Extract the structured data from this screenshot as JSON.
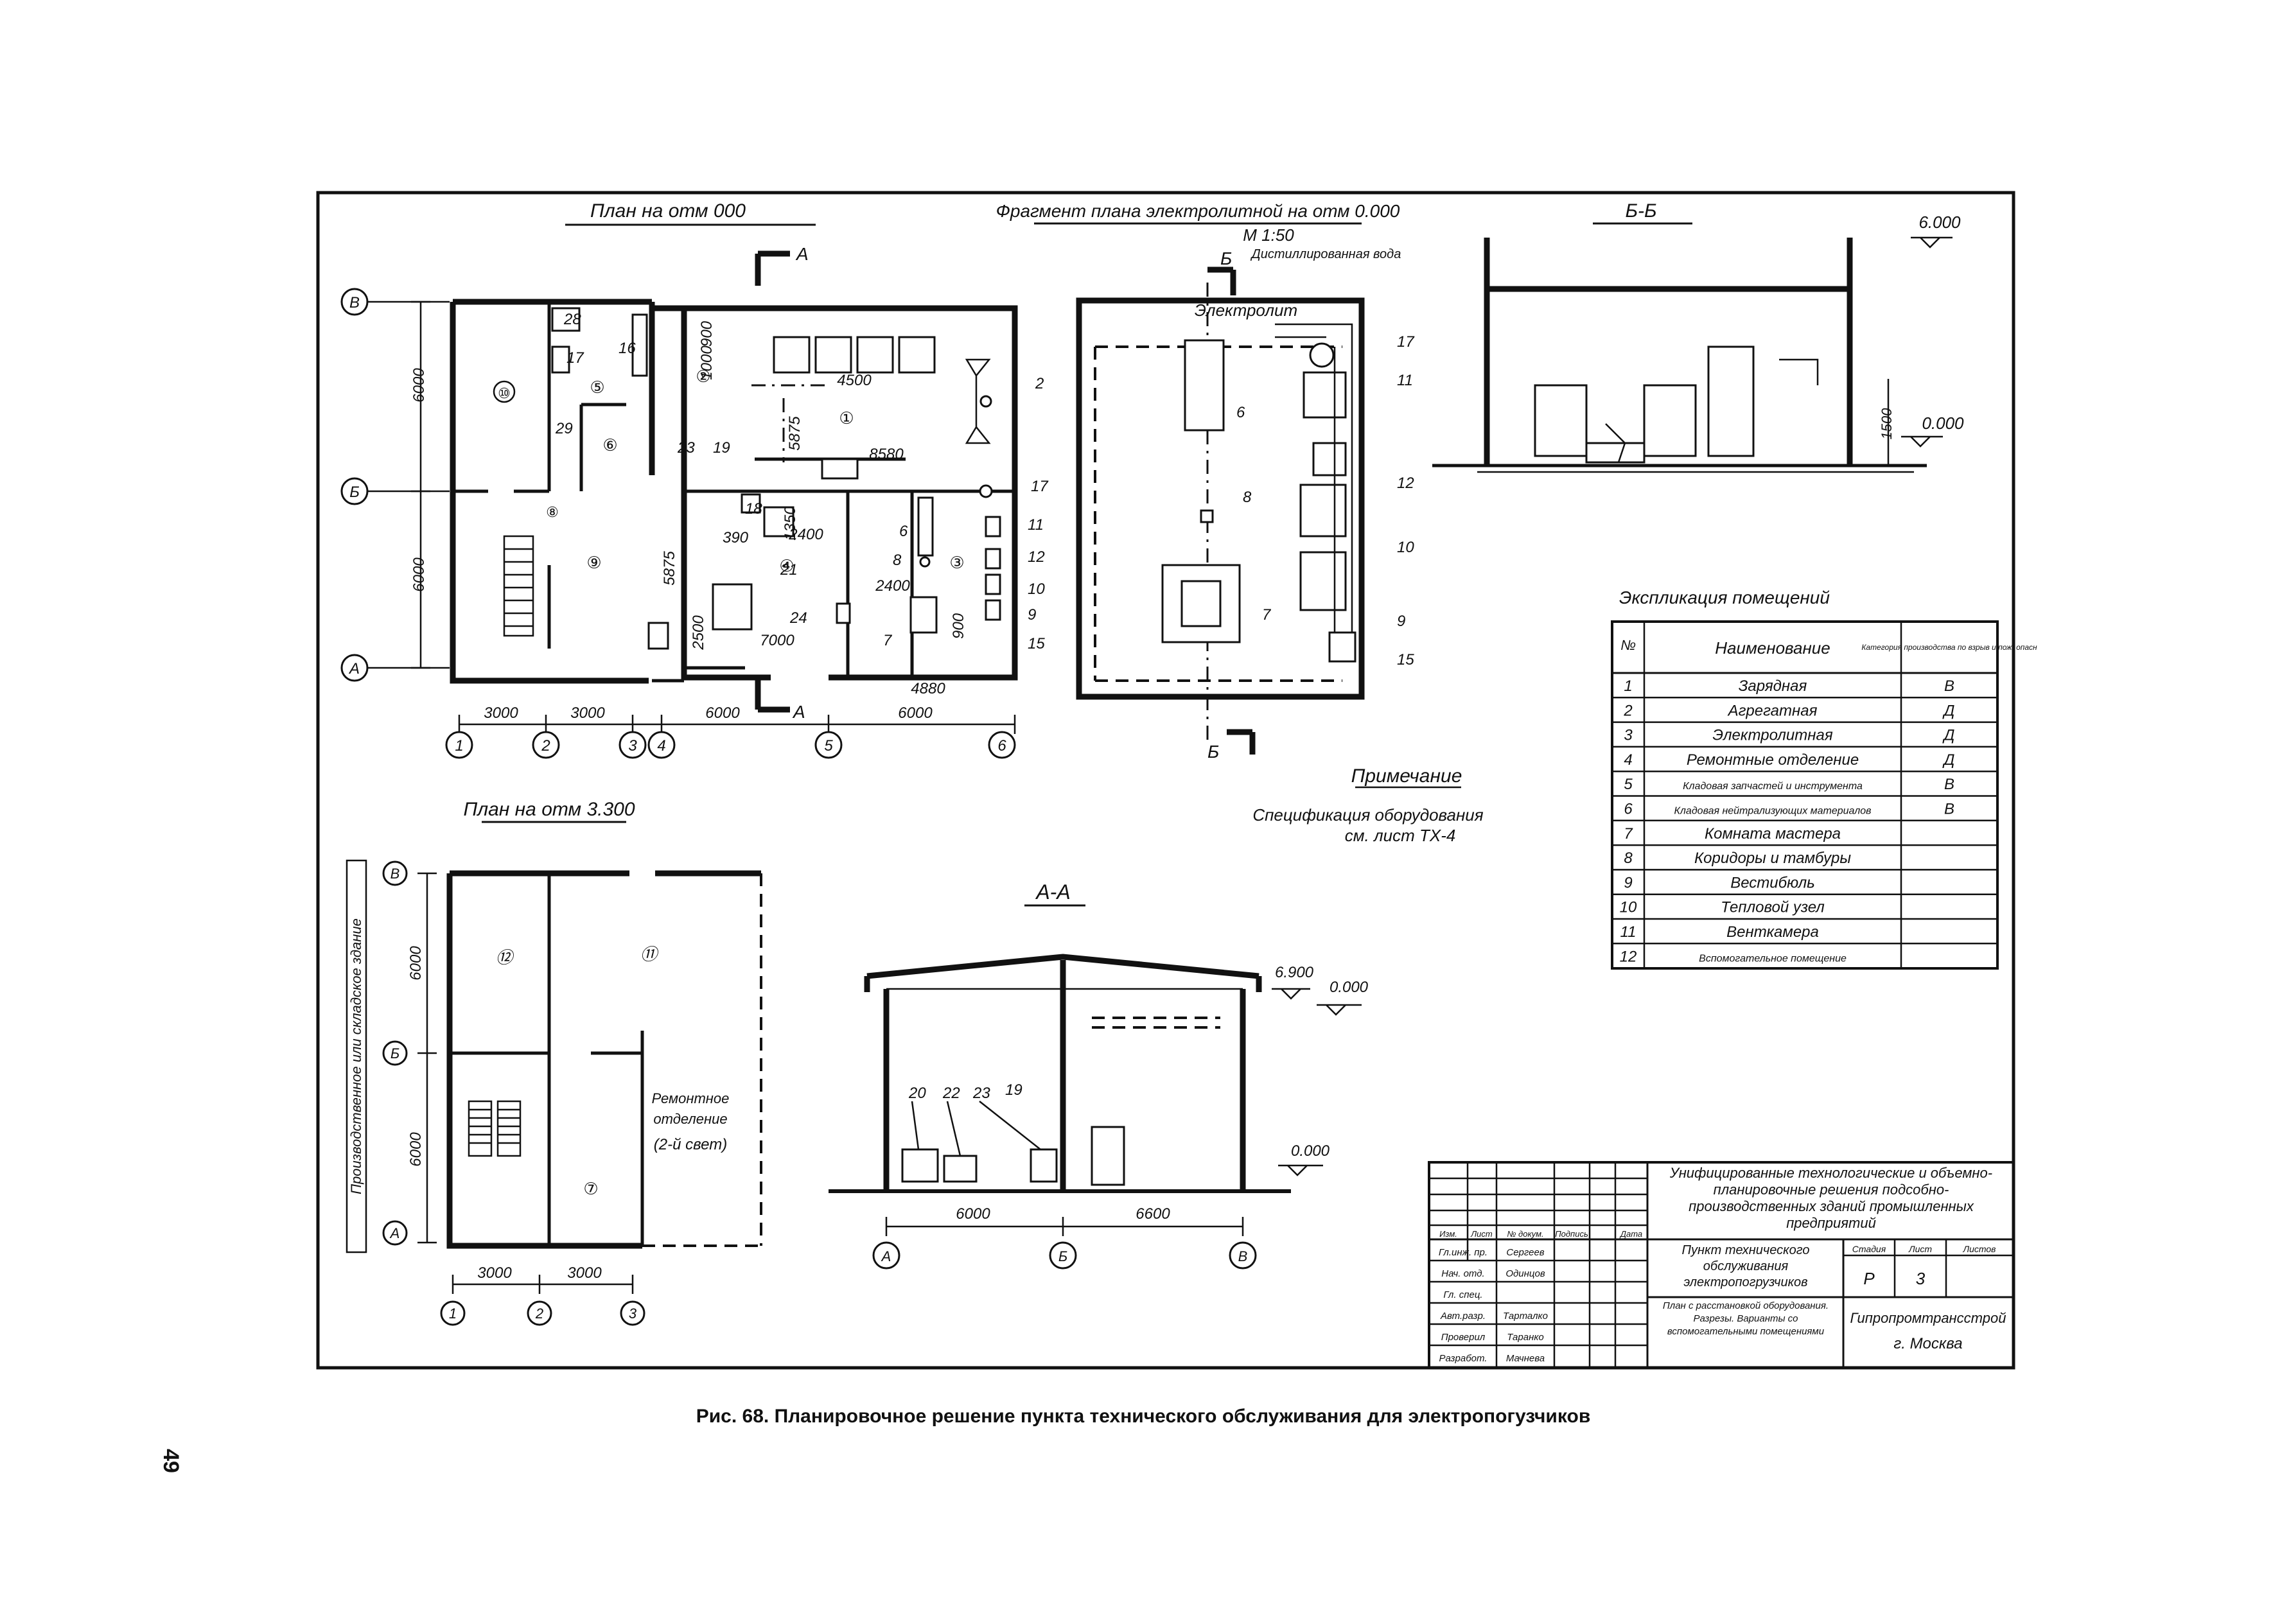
{
  "titles": {
    "plan_000": "План на отм 000",
    "fragment": "Фрагмент плана электролитной на отм 0.000",
    "fragment_scale": "М 1:50",
    "section_bb": "Б-Б",
    "plan_3300": "План на отм 3.300",
    "section_aa": "А-А",
    "note_title": "Примечание",
    "note_line1": "Спецификация оборудования",
    "note_line2": "см. лист ТХ-4"
  },
  "caption": "Рис. 68. Планировочное решение пункта технического обслуживания для электропогузчиков",
  "page_number": "49",
  "axes": {
    "letters": [
      "В",
      "Б",
      "А"
    ],
    "numbers": [
      "1",
      "2",
      "3",
      "4",
      "5",
      "6"
    ],
    "section_letters": [
      "А",
      "Б",
      "В"
    ]
  },
  "dimensions": {
    "d6000": "6000",
    "d3000": "3000",
    "d4500": "4500",
    "d8580": "8580",
    "d5875": "5875",
    "d2400": "2400",
    "d7000": "7000",
    "d390": "390",
    "d2500": "2500",
    "d4880": "4880",
    "d900": "900",
    "d1500": "1500",
    "d1000": "1000",
    "d6600": "6600",
    "d1350": "1350"
  },
  "levels": {
    "l6000": "6.000",
    "l0000": "0.000",
    "l6900": "6.900",
    "l0000b": "0.000"
  },
  "fragment_labels": {
    "electrolyte": "Электролит",
    "distilled": "Дистиллированная вода",
    "cut_b": "Б"
  },
  "plan3300_labels": {
    "side_note": "Производственное или складское здание",
    "repair_line1": "Ремонтное",
    "repair_line2": "отделение",
    "repair_line3": "(2-й свет)"
  },
  "explication": {
    "title": "Экспликация помещений",
    "headers": [
      "№",
      "Наименование",
      "Категория производства по взрыв и пож. опасн"
    ],
    "rows": [
      [
        "1",
        "Зарядная",
        "В"
      ],
      [
        "2",
        "Агрегатная",
        "Д"
      ],
      [
        "3",
        "Электролитная",
        "Д"
      ],
      [
        "4",
        "Ремонтные отделение",
        "Д"
      ],
      [
        "5",
        "Кладовая запчастей и инструмента",
        "В"
      ],
      [
        "6",
        "Кладовая нейтрализующих материалов",
        "В"
      ],
      [
        "7",
        "Комната мастера",
        ""
      ],
      [
        "8",
        "Коридоры и тамбуры",
        ""
      ],
      [
        "9",
        "Вестибюль",
        ""
      ],
      [
        "10",
        "Тепловой узел",
        ""
      ],
      [
        "11",
        "Венткамера",
        ""
      ],
      [
        "12",
        "Вспомогательное помещение",
        ""
      ]
    ]
  },
  "stamp": {
    "project_title": "Унифицированные технологические и объемно-планировочные решения подсобно-производственных зданий промышленных предприятий",
    "sheet_title": "Пункт технического обслуживания электропогрузчиков",
    "drawing_title": "План с расстановкой оборудования. Разрезы. Варианты со вспомогательными помещениями",
    "org": "Гипропромтрансстрой",
    "city": "г. Москва",
    "stage_h": "Стадия",
    "sheet_h": "Лист",
    "sheets_h": "Листов",
    "stage": "Р",
    "sheet": "3",
    "row_headers": [
      "Изм.",
      "Лист",
      "№ докум.",
      "Подпись",
      "Дата"
    ],
    "roles": [
      [
        "Гл.инж. пр.",
        "Сергеев"
      ],
      [
        "Нач. отд.",
        "Одинцов"
      ],
      [
        "Гл. спец.",
        ""
      ],
      [
        "Авт.разр.",
        "Тарталко"
      ],
      [
        "Проверил",
        "Таранко"
      ],
      [
        "Разработ.",
        "Мачнева"
      ]
    ]
  }
}
